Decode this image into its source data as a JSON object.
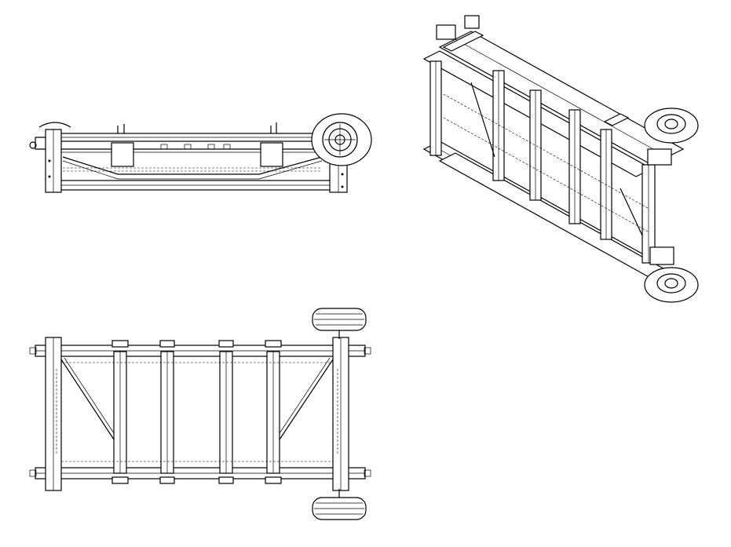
{
  "drawing": {
    "views": [
      {
        "name": "side-view",
        "part": "frame-side-elevation"
      },
      {
        "name": "top-view",
        "part": "frame-plan"
      },
      {
        "name": "isometric-view",
        "part": "frame-isometric"
      }
    ]
  },
  "colors": {
    "line": "#000000",
    "background": "#ffffff"
  }
}
